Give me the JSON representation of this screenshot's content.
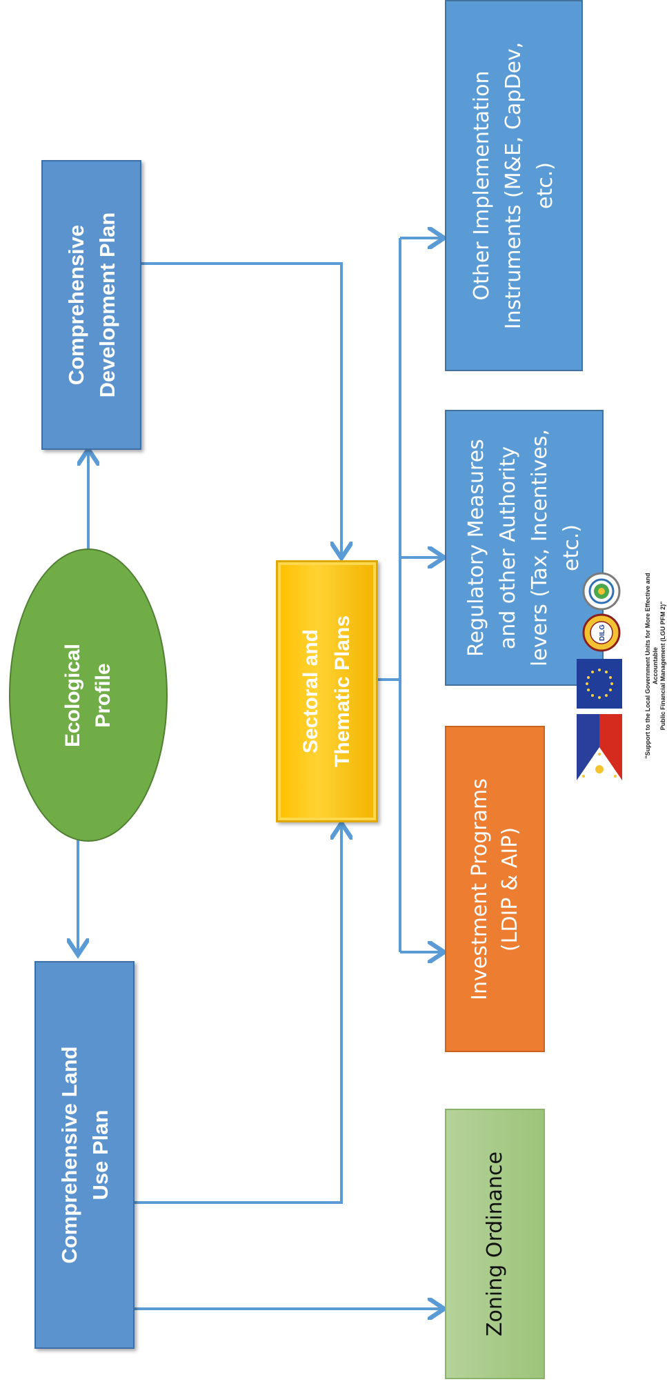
{
  "nodes": {
    "ecological_profile": "Ecological\nProfile",
    "comprehensive_development_plan": "Comprehensive\nDevelopment Plan",
    "comprehensive_land_use_plan": "Comprehensive Land\nUse Plan",
    "sectoral_thematic_plans": "Sectoral and\nThematic Plans",
    "zoning_ordinance": "Zoning Ordinance",
    "investment_programs": "Investment Programs\n(LDIP & AIP)",
    "regulatory_measures": "Regulatory Measures\nand other Authority\nlevers (Tax, Incentives,\netc.)",
    "other_implementation": "Other Implementation\nInstruments  (M&E, CapDev,\netc.)"
  },
  "footer": {
    "caption": "\"Support to the Local Government Units for More Effective and Accountable\nPublic Financial Management (LGU PFM 2)\"",
    "dilg_seal_text": "DILG"
  },
  "colors": {
    "blue": "#5b93cf",
    "green": "#70ad47",
    "gold": "#ffc000",
    "orange": "#ed7d31",
    "light_green": "#a9d18e",
    "arrow": "#5b9bd5"
  }
}
